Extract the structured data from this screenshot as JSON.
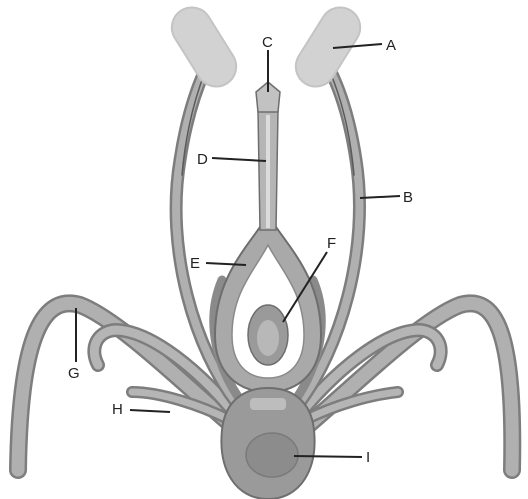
{
  "diagram": {
    "labels": {
      "a": "A",
      "b": "B",
      "c": "C",
      "d": "D",
      "e": "E",
      "f": "F",
      "g": "G",
      "h": "H",
      "i": "I"
    }
  },
  "colors": {
    "tissue": "#a9a9a9",
    "tissue_dark": "#7d7d7d",
    "anther": "#d2d2d2",
    "outline": "#6e6e6e",
    "leader": "#222222"
  }
}
